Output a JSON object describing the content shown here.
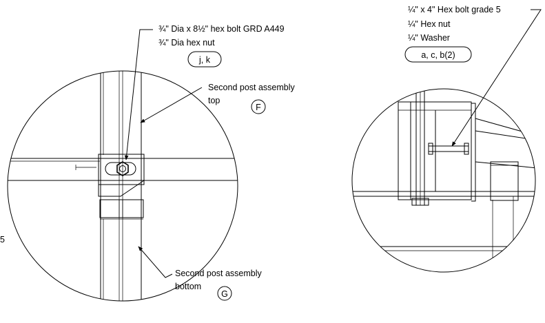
{
  "left_detail": {
    "callout_bolt": "¾\" Dia  x  8½\" hex  bolt GRD   A449",
    "callout_nut": "¾\" Dia  hex  nut",
    "bolt_parts_tag": "j, k",
    "top_label_line1": "Second  post assembly",
    "top_label_line2": "top",
    "top_part_tag": "F",
    "bottom_label_line1": "Second  post assembly",
    "bottom_label_line2": "bottom",
    "bottom_part_tag": "G",
    "margin_fragment": "5"
  },
  "right_detail": {
    "callout_bolt": "¼\" x  4\" Hex  bolt grade  5",
    "callout_nut": "¼\" Hex  nut",
    "callout_washer": "¼\" Washer",
    "parts_tag": "a, c, b(2)"
  }
}
